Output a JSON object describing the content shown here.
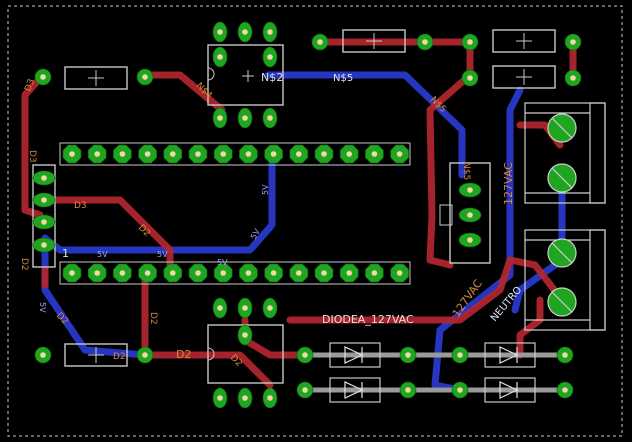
{
  "labels": {
    "top_ns2": "N$2",
    "top_ns5": "N$5",
    "ns5_vertical": "N$5",
    "ns5_diag": "N$5",
    "nf_diag": "N$4",
    "d3_top_left": "D3",
    "d3_side": "D3",
    "d3_mid": "D3",
    "d2_side_left": "D2",
    "d2_mid": "D2",
    "d2_vert": "D2",
    "d2_diag": "D2",
    "d2_bottom_big": "D2",
    "d2_ic_bottom": "D2",
    "d2_diode_label": "D2",
    "d2_lower_left": "D2",
    "v5_a": "5V",
    "v5_b": "5V",
    "v5_c": "5V",
    "v5_d": "5V",
    "v5_e": "5V",
    "v5_f": "5V",
    "vac_right": "127VAC",
    "vac_diag": "127VAC",
    "neutro": "NEUTRO",
    "diode_rail": "DIODEA_127VAC",
    "header_one": "1"
  },
  "colors": {
    "top_copper": "#b3262e",
    "bottom_copper": "#2a3bd0",
    "pad": "#1fa51f",
    "silkscreen": "#c8c8c8",
    "label": "#d88a3e"
  }
}
